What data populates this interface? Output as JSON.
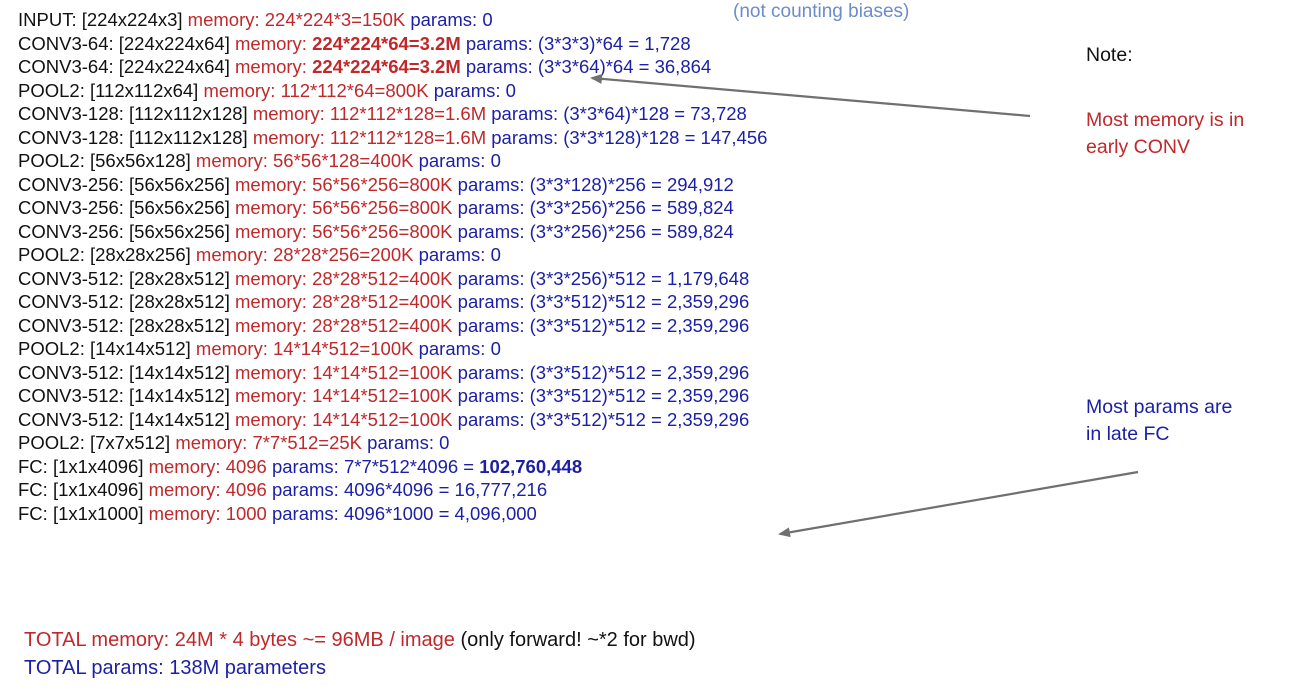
{
  "note_biases": "(not counting biases)",
  "rows": [
    {
      "label": "INPUT: [224x224x3]",
      "mem_label": "memory:",
      "mem_val": "224*224*3=150K",
      "params_label": "params:",
      "params_val": "0",
      "mem_bold": false,
      "params_bold": false
    },
    {
      "label": "CONV3-64: [224x224x64]",
      "mem_label": "memory:",
      "mem_val": "224*224*64=3.2M",
      "params_label": "params:",
      "params_val": "(3*3*3)*64 = 1,728",
      "mem_bold": true,
      "params_bold": false
    },
    {
      "label": "CONV3-64: [224x224x64]",
      "mem_label": "memory:",
      "mem_val": "224*224*64=3.2M",
      "params_label": "params:",
      "params_val": "(3*3*64)*64 = 36,864",
      "mem_bold": true,
      "params_bold": false
    },
    {
      "label": "POOL2: [112x112x64]",
      "mem_label": "memory:",
      "mem_val": "112*112*64=800K",
      "params_label": "params:",
      "params_val": "0",
      "mem_bold": false,
      "params_bold": false
    },
    {
      "label": "CONV3-128: [112x112x128]",
      "mem_label": "memory:",
      "mem_val": "112*112*128=1.6M",
      "params_label": "params:",
      "params_val": "(3*3*64)*128 = 73,728",
      "mem_bold": false,
      "params_bold": false
    },
    {
      "label": "CONV3-128: [112x112x128]",
      "mem_label": "memory:",
      "mem_val": "112*112*128=1.6M",
      "params_label": "params:",
      "params_val": "(3*3*128)*128 = 147,456",
      "mem_bold": false,
      "params_bold": false
    },
    {
      "label": "POOL2: [56x56x128]",
      "mem_label": "memory:",
      "mem_val": "56*56*128=400K",
      "params_label": "params:",
      "params_val": "0",
      "mem_bold": false,
      "params_bold": false
    },
    {
      "label": "CONV3-256: [56x56x256]",
      "mem_label": "memory:",
      "mem_val": "56*56*256=800K",
      "params_label": "params:",
      "params_val": "(3*3*128)*256 = 294,912",
      "mem_bold": false,
      "params_bold": false
    },
    {
      "label": "CONV3-256: [56x56x256]",
      "mem_label": "memory:",
      "mem_val": "56*56*256=800K",
      "params_label": "params:",
      "params_val": "(3*3*256)*256 = 589,824",
      "mem_bold": false,
      "params_bold": false
    },
    {
      "label": "CONV3-256: [56x56x256]",
      "mem_label": "memory:",
      "mem_val": "56*56*256=800K",
      "params_label": "params:",
      "params_val": "(3*3*256)*256 = 589,824",
      "mem_bold": false,
      "params_bold": false
    },
    {
      "label": "POOL2: [28x28x256]",
      "mem_label": "memory:",
      "mem_val": "28*28*256=200K",
      "params_label": "params:",
      "params_val": "0",
      "mem_bold": false,
      "params_bold": false
    },
    {
      "label": "CONV3-512: [28x28x512]",
      "mem_label": "memory:",
      "mem_val": "28*28*512=400K",
      "params_label": "params:",
      "params_val": "(3*3*256)*512 = 1,179,648",
      "mem_bold": false,
      "params_bold": false
    },
    {
      "label": "CONV3-512: [28x28x512]",
      "mem_label": "memory:",
      "mem_val": "28*28*512=400K",
      "params_label": "params:",
      "params_val": "(3*3*512)*512 = 2,359,296",
      "mem_bold": false,
      "params_bold": false
    },
    {
      "label": "CONV3-512: [28x28x512]",
      "mem_label": "memory:",
      "mem_val": "28*28*512=400K",
      "params_label": "params:",
      "params_val": "(3*3*512)*512 = 2,359,296",
      "mem_bold": false,
      "params_bold": false
    },
    {
      "label": "POOL2: [14x14x512]",
      "mem_label": "memory:",
      "mem_val": "14*14*512=100K",
      "params_label": "params:",
      "params_val": "0",
      "mem_bold": false,
      "params_bold": false
    },
    {
      "label": "CONV3-512: [14x14x512]",
      "mem_label": "memory:",
      "mem_val": "14*14*512=100K",
      "params_label": "params:",
      "params_val": "(3*3*512)*512 = 2,359,296",
      "mem_bold": false,
      "params_bold": false
    },
    {
      "label": "CONV3-512: [14x14x512]",
      "mem_label": "memory:",
      "mem_val": "14*14*512=100K",
      "params_label": "params:",
      "params_val": "(3*3*512)*512 = 2,359,296",
      "mem_bold": false,
      "params_bold": false
    },
    {
      "label": "CONV3-512: [14x14x512]",
      "mem_label": "memory:",
      "mem_val": "14*14*512=100K",
      "params_label": "params:",
      "params_val": "(3*3*512)*512 = 2,359,296",
      "mem_bold": false,
      "params_bold": false
    },
    {
      "label": "POOL2: [7x7x512]",
      "mem_label": "memory:",
      "mem_val": "7*7*512=25K",
      "params_label": "params:",
      "params_val": "0",
      "mem_bold": false,
      "params_bold": false
    },
    {
      "label": "FC: [1x1x4096]",
      "mem_label": "memory:",
      "mem_val": "4096",
      "params_label": "params:",
      "params_val": "7*7*512*4096 =",
      "params_val_bold": "102,760,448",
      "mem_bold": false,
      "params_bold": false
    },
    {
      "label": "FC: [1x1x4096]",
      "mem_label": "memory:",
      "mem_val": "4096",
      "params_label": "params:",
      "params_val": "4096*4096 = 16,777,216",
      "mem_bold": false,
      "params_bold": false
    },
    {
      "label": "FC: [1x1x1000]",
      "mem_label": "memory:",
      "mem_val": "1000",
      "params_label": "params:",
      "params_val": "4096*1000 = 4,096,000",
      "mem_bold": false,
      "params_bold": false
    }
  ],
  "side": {
    "note": "Note:",
    "memory_note_1": "Most memory is in",
    "memory_note_2": "early CONV",
    "params_note_1": "Most params are",
    "params_note_2": "in late FC"
  },
  "totals": {
    "memory": "TOTAL memory: 24M * 4 bytes ~= 96MB / image",
    "memory_suffix": "(only forward! ~*2 for bwd)",
    "params": "TOTAL params: 138M parameters"
  },
  "colors": {
    "memory": "#c0282a",
    "params": "#1b1fa6",
    "note_biases": "#6b8ccb",
    "arrow": "#707070"
  }
}
